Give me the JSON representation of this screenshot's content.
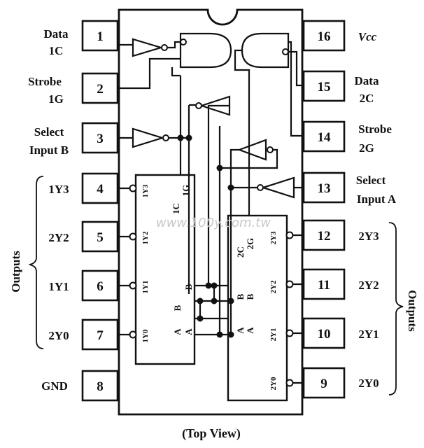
{
  "caption": "(Top View)",
  "watermark": "www.100y.com.tw",
  "pins_left": [
    {
      "num": "1",
      "label": [
        "Data",
        "1C"
      ]
    },
    {
      "num": "2",
      "label": [
        "Strobe",
        "1G"
      ]
    },
    {
      "num": "3",
      "label": [
        "Select",
        "Input B"
      ]
    },
    {
      "num": "4",
      "label": [
        "1Y3"
      ]
    },
    {
      "num": "5",
      "label": [
        "2Y2"
      ]
    },
    {
      "num": "6",
      "label": [
        "1Y1"
      ]
    },
    {
      "num": "7",
      "label": [
        "2Y0"
      ]
    },
    {
      "num": "8",
      "label": [
        "GND"
      ]
    }
  ],
  "pins_right": [
    {
      "num": "16",
      "label": [
        "Vcc"
      ]
    },
    {
      "num": "15",
      "label": [
        "Data",
        "2C"
      ]
    },
    {
      "num": "14",
      "label": [
        "Strobe",
        "2G"
      ]
    },
    {
      "num": "13",
      "label": [
        "Select",
        "Input A"
      ]
    },
    {
      "num": "12",
      "label": [
        "2Y3"
      ]
    },
    {
      "num": "11",
      "label": [
        "2Y2"
      ]
    },
    {
      "num": "10",
      "label": [
        "2Y1"
      ]
    },
    {
      "num": "9",
      "label": [
        "2Y0"
      ]
    }
  ],
  "outputs_label_left": "Outputs",
  "outputs_label_right": "Outputs",
  "block_left": {
    "pins": [
      "1Y3",
      "1Y2",
      "1Y1",
      "1Y0"
    ],
    "controls": [
      "1C",
      "1G",
      "B",
      "B",
      "A",
      "A"
    ]
  },
  "block_right": {
    "pins": [
      "2Y3",
      "2Y2",
      "2Y1",
      "2Y0"
    ],
    "controls": [
      "2C",
      "2G",
      "B",
      "B",
      "A",
      "A"
    ]
  }
}
